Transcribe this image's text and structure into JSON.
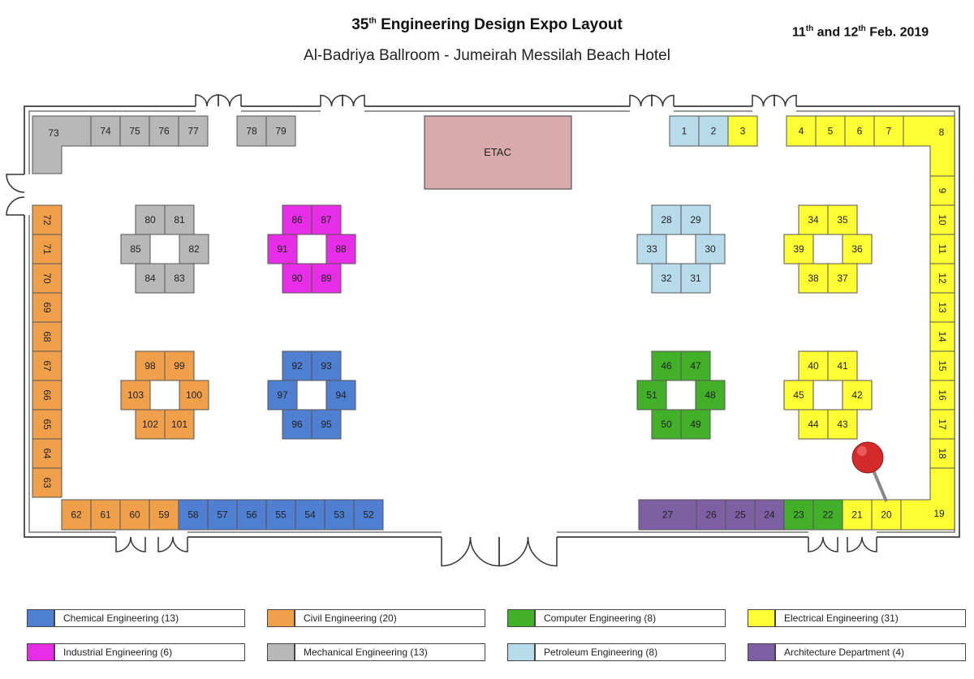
{
  "header": {
    "title_pre": "35",
    "title_sup": "th",
    "title_post": " Engineering Design Expo Layout",
    "subtitle": "Al-Badriya Ballroom - Jumeirah Messilah Beach Hotel",
    "date_a": "11",
    "date_sup_a": "th",
    "date_mid": " and 12",
    "date_sup_b": "th",
    "date_post": " Feb. 2019"
  },
  "etac_label": "ETAC",
  "colors": {
    "chemical": "#4f7fd1",
    "civil": "#f0a04b",
    "computer": "#43b02a",
    "electrical": "#ffff33",
    "industrial": "#e62ee6",
    "mechanical": "#b8b8b8",
    "petroleum": "#b7dbea",
    "architecture": "#7d5fa3",
    "etac": "#d9aaaa",
    "pin": "#d32b2b"
  },
  "booths": {
    "chemical": [
      "52",
      "53",
      "54",
      "55",
      "56",
      "57",
      "58",
      "92",
      "93",
      "94",
      "95",
      "96",
      "97"
    ],
    "civil": [
      "59",
      "60",
      "61",
      "62",
      "63",
      "64",
      "65",
      "66",
      "67",
      "68",
      "69",
      "70",
      "71",
      "72",
      "98",
      "99",
      "100",
      "101",
      "102",
      "103"
    ],
    "computer": [
      "22",
      "23",
      "46",
      "47",
      "48",
      "49",
      "50",
      "51"
    ],
    "electrical": [
      "3",
      "4",
      "5",
      "6",
      "7",
      "8",
      "9",
      "10",
      "11",
      "12",
      "13",
      "14",
      "15",
      "16",
      "17",
      "18",
      "19",
      "20",
      "21",
      "34",
      "35",
      "36",
      "37",
      "38",
      "39",
      "40",
      "41",
      "42",
      "43",
      "44",
      "45"
    ],
    "industrial": [
      "86",
      "87",
      "88",
      "89",
      "90",
      "91"
    ],
    "mechanical": [
      "73",
      "74",
      "75",
      "76",
      "77",
      "78",
      "79",
      "80",
      "81",
      "82",
      "83",
      "84",
      "85"
    ],
    "petroleum": [
      "1",
      "2",
      "28",
      "29",
      "30",
      "31",
      "32",
      "33"
    ],
    "architecture": [
      "24",
      "25",
      "26",
      "27"
    ]
  },
  "legend": [
    {
      "label": "Chemical Engineering (13)",
      "color_key": "chemical"
    },
    {
      "label": "Civil Engineering (20)",
      "color_key": "civil"
    },
    {
      "label": "Computer Engineering (8)",
      "color_key": "computer"
    },
    {
      "label": "Electrical Engineering (31)",
      "color_key": "electrical"
    },
    {
      "label": "Industrial Engineering (6)",
      "color_key": "industrial"
    },
    {
      "label": "Mechanical Engineering (13)",
      "color_key": "mechanical"
    },
    {
      "label": "Petroleum Engineering (8)",
      "color_key": "petroleum"
    },
    {
      "label": "Architecture Department (4)",
      "color_key": "architecture"
    }
  ]
}
